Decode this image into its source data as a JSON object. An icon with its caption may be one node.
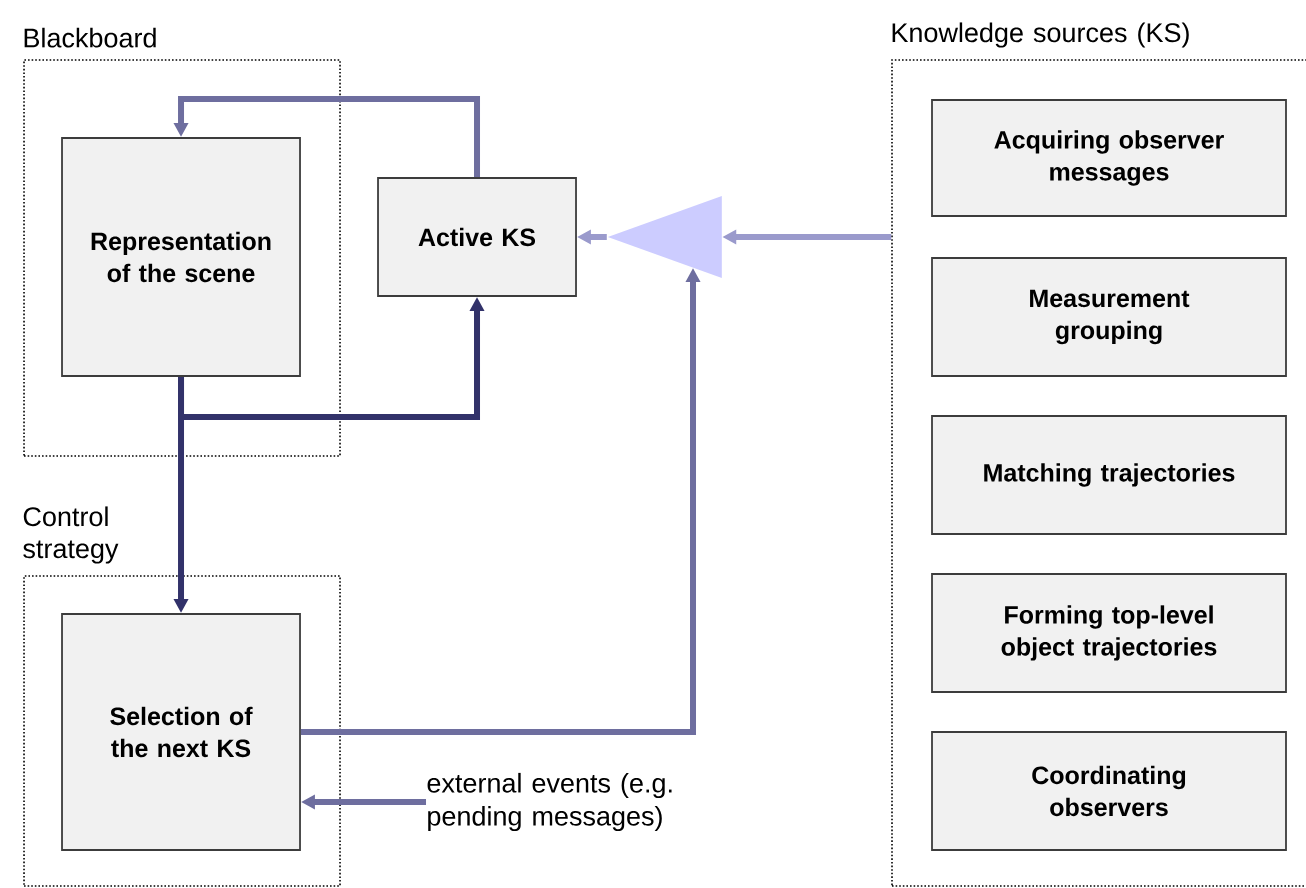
{
  "diagram": {
    "nodes": [
      {
        "text": [
          "Blackboard"
        ]
      },
      {
        "text": [
          "Representation of the scene"
        ],
        "in": 0
      },
      {
        "text": [
          "Active KS"
        ]
      },
      {
        "text": [
          "Control strategy"
        ]
      },
      {
        "text": [
          "Selection of the next KS"
        ],
        "in": 3
      },
      {
        "text": [
          "Knowledge sources (KS)"
        ]
      },
      {
        "text": [
          "Acquiring observer messages"
        ],
        "in": 5
      },
      {
        "text": [
          "Measurement grouping"
        ],
        "in": 5
      },
      {
        "text": [
          "Matching trajectories"
        ],
        "in": 5
      },
      {
        "text": [
          "Forming top-level object trajectories"
        ],
        "in": 5
      },
      {
        "text": [
          "Coordinating observers"
        ],
        "in": 5
      },
      {
        "text": [],
        "shape": "triangle"
      },
      {
        "text": [
          "external events (e.g. pending messages)"
        ]
      }
    ],
    "edges": [
      {
        "from": 2,
        "to": 1,
        "arrow": "to"
      },
      {
        "from": 1,
        "to": 2,
        "arrow": "to",
        "color": "#32326a"
      },
      {
        "from": 1,
        "to": 4,
        "arrow": "to",
        "color": "#32326a"
      },
      {
        "from": 4,
        "to": 11,
        "arrow": "to"
      },
      {
        "from": 11,
        "to": 2,
        "arrow": "to",
        "color": "#9a9acc"
      },
      {
        "from": 5,
        "to": 11,
        "arrow": "to",
        "color": "#9a9acc"
      },
      {
        "from": 12,
        "to": 4,
        "arrow": "to"
      }
    ]
  }
}
